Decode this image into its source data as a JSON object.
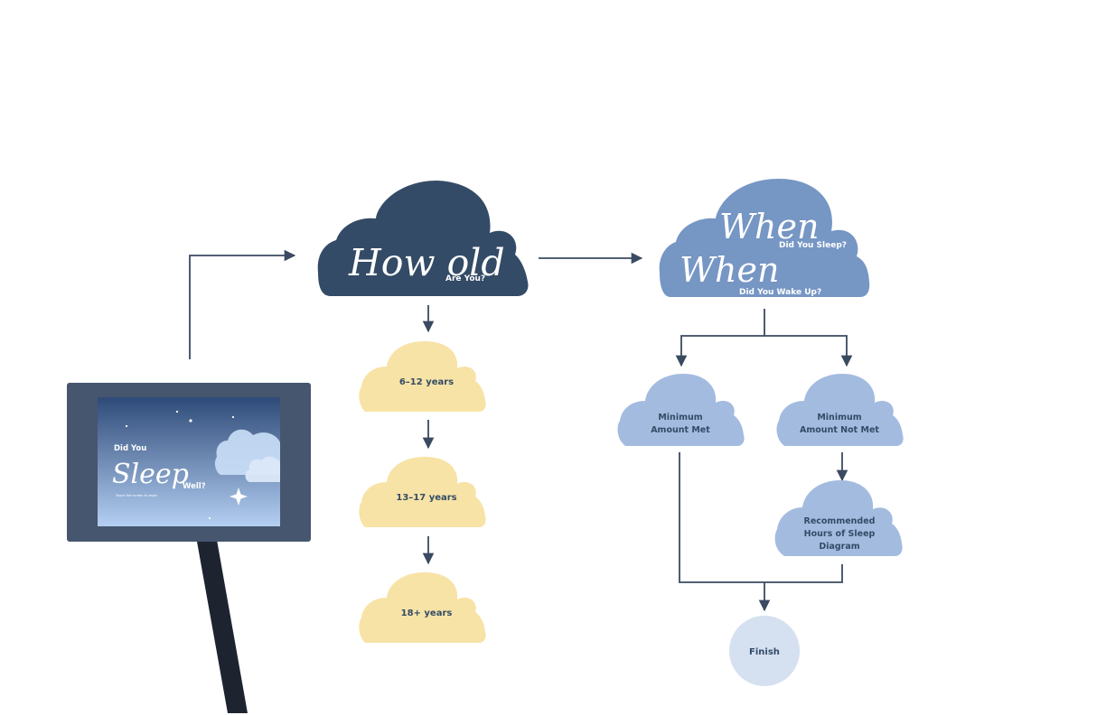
{
  "colors": {
    "background": "#ffffff",
    "connector": "#3a4a60",
    "cloud_dark": "#334b66",
    "cloud_mid": "#7696c4",
    "cloud_light": "#a4bbe0",
    "cloud_yellow": "#f7e3a6",
    "finish_fill": "#d5e0f0",
    "kiosk_frame": "#46566f",
    "kiosk_screen_top": "#2e4a78",
    "kiosk_screen_bottom": "#b4cff2",
    "pole": "#1d2430"
  },
  "kiosk": {
    "line1": "Did You",
    "line2": "Sleep",
    "line3": "Well?",
    "hint": "Touch the screen to begin"
  },
  "age_question": {
    "script": "How old",
    "sub": "Are You?"
  },
  "age_options": [
    {
      "label": "6–12 years"
    },
    {
      "label": "13–17 years"
    },
    {
      "label": "18+ years"
    }
  ],
  "time_question": {
    "script1": "When",
    "sub1": "Did You Sleep?",
    "script2": "When",
    "sub2": "Did You Wake Up?"
  },
  "outcomes": {
    "met_line1": "Minimum",
    "met_line2": "Amount Met",
    "notmet_line1": "Minimum",
    "notmet_line2": "Amount  Not Met"
  },
  "recommend": {
    "line1": "Recommended",
    "line2": "Hours of Sleep",
    "line3": "Diagram"
  },
  "finish": {
    "label": "Finish"
  }
}
